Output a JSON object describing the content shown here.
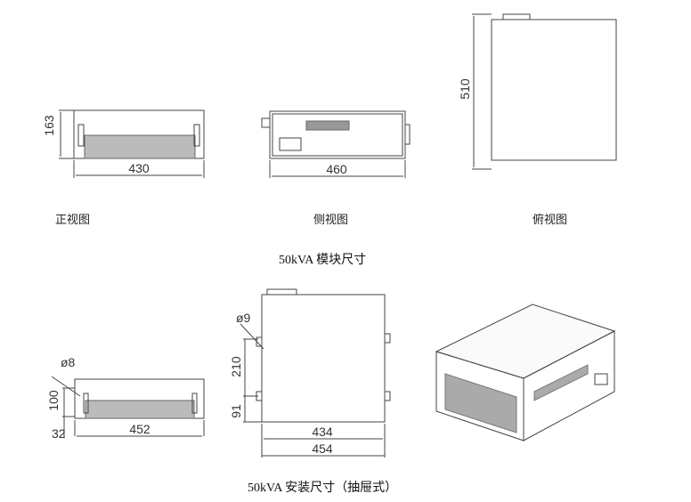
{
  "module_section": {
    "caption": "50kVA 模块尺寸",
    "front_view": {
      "label": "正视图",
      "height": "163",
      "width": "430"
    },
    "side_view": {
      "label": "侧视图",
      "depth": "460"
    },
    "top_view": {
      "label": "俯视图",
      "depth": "510"
    }
  },
  "install_section": {
    "caption": "50kVA 安装尺寸（抽屉式）",
    "front_view": {
      "hole": "ø8",
      "hole_spacing": "100",
      "bottom_offset": "32",
      "width": "452"
    },
    "top_view": {
      "hole": "ø9",
      "hole_spacing": "210",
      "bottom_offset": "91",
      "inner_width": "434",
      "outer_width": "454"
    }
  }
}
